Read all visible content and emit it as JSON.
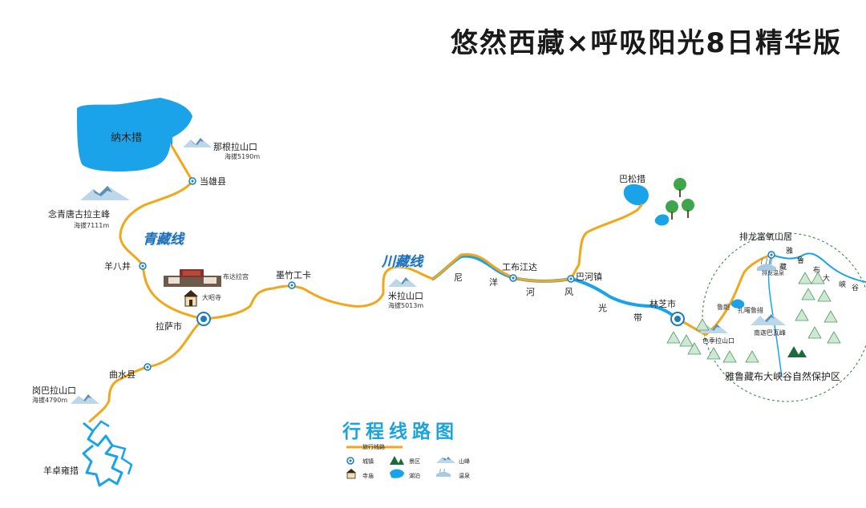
{
  "title": "悠然西藏×呼吸阳光8日精华版",
  "colors": {
    "route": "#f2a71b",
    "lake": "#1aa3e8",
    "river": "#1aa3e8",
    "tree": "#3ea64a",
    "text": "#222222"
  },
  "lakes": {
    "namco": "纳木措",
    "basong": "巴松措",
    "yamdrok": "羊卓雍措"
  },
  "towns": {
    "damxung": "当雄县",
    "yangbajing": "羊八井",
    "lhasa": "拉萨市",
    "qushui": "曲水县",
    "mozhugongka": "墨竹工卡",
    "gongbujiangda": "工布江达",
    "bahe": "巴河镇",
    "linzhi": "林芝市"
  },
  "passes": {
    "nagenla": "那根拉山口",
    "nagenla_alt": "海拔5190m",
    "milashan": "米拉山口",
    "milashan_alt": "海拔5013m",
    "gangbala": "岗巴拉山口",
    "gangbala_alt": "海拔4790m",
    "segila": "色季拉山口"
  },
  "peaks": {
    "nyenchen": "念青唐古拉主峰",
    "nyenchen_alt": "海拔7111m",
    "namcha": "南迦巴瓦峰"
  },
  "sights": {
    "potala": "布达拉宫",
    "jokhang": "大昭寺",
    "pailong": "排龙温泉",
    "zhalu": "扎曙鲁措",
    "lulang": "鲁朗",
    "pailong_inn": "排龙富氧山居",
    "reserve": "雅鲁藏布大峡谷自然保护区"
  },
  "routes": {
    "qingzang": "青藏线",
    "chuanzang": "川藏线"
  },
  "river_chars": {
    "nyang": [
      "尼",
      "洋",
      "河",
      "风",
      "光",
      "带"
    ],
    "yarlung": [
      "雅",
      "鲁",
      "藏",
      "布",
      "大",
      "峡",
      "谷"
    ]
  },
  "legend": {
    "title": "行程线路图",
    "route": "旅行线路",
    "town": "城镇",
    "scenic": "景区",
    "peak": "山峰",
    "temple": "寺庙",
    "lake": "湖泊",
    "spring": "温泉"
  }
}
